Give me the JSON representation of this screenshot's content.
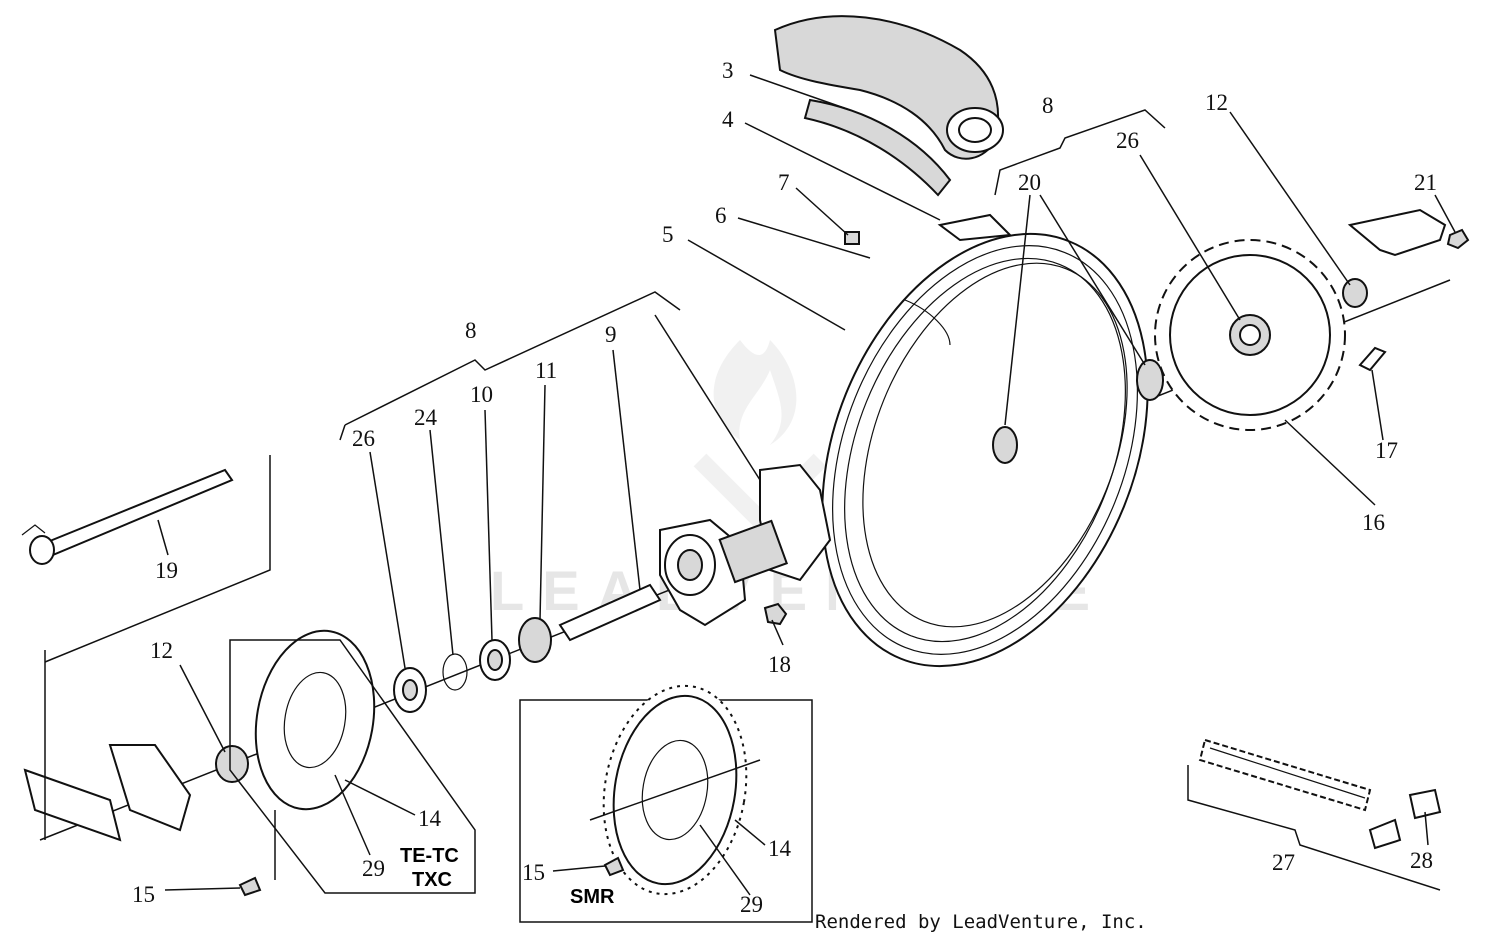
{
  "watermark": "LEADVENTURE",
  "footer": "Rendered by LeadVenture, Inc.",
  "callouts": {
    "c3": "3",
    "c4": "4",
    "c7": "7",
    "c6": "6",
    "c5": "5",
    "c8_top": "8",
    "c20": "20",
    "c26_right": "26",
    "c12_right": "12",
    "c21": "21",
    "c8_left": "8",
    "c9": "9",
    "c11": "11",
    "c10": "10",
    "c24": "24",
    "c26_left": "26",
    "c19": "19",
    "c17": "17",
    "c16": "16",
    "c18": "18",
    "c12_left": "12",
    "c14_a": "14",
    "c29_a": "29",
    "c15_a": "15",
    "c14_b": "14",
    "c29_b": "29",
    "c15_b": "15",
    "c27": "27",
    "c28": "28"
  },
  "variants": {
    "te_tc": "TE-TC",
    "txc": "TXC",
    "smr": "SMR"
  },
  "icons": {
    "watermark_logo": "flame-logo-icon"
  }
}
